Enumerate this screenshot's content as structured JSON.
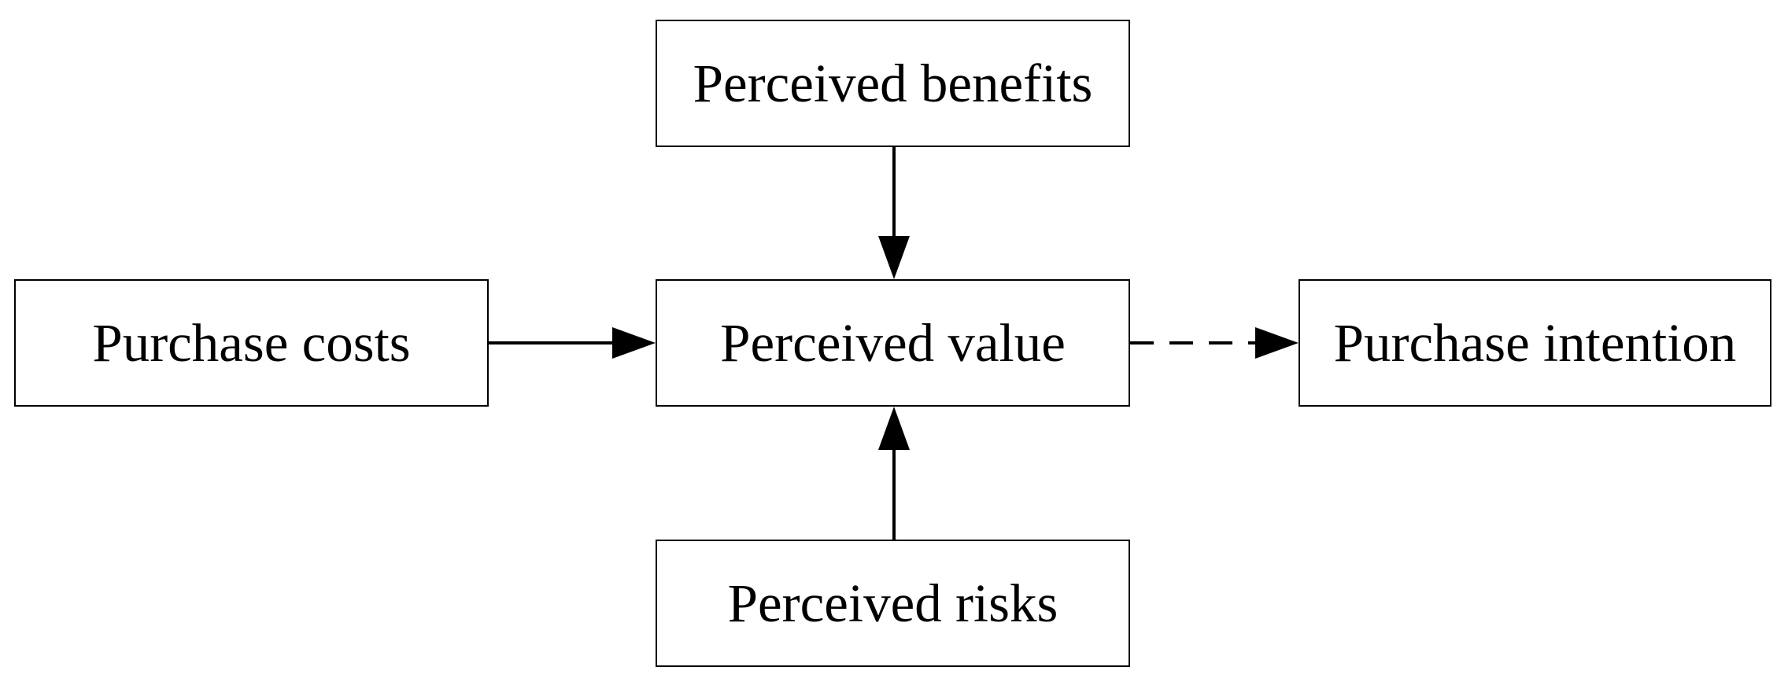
{
  "diagram": {
    "nodes": {
      "benefits": "Perceived benefits",
      "value": "Perceived value",
      "risks": "Perceived risks",
      "costs": "Purchase costs",
      "intention": "Purchase intention"
    },
    "edges": [
      {
        "from": "benefits",
        "to": "value",
        "style": "solid"
      },
      {
        "from": "costs",
        "to": "value",
        "style": "solid"
      },
      {
        "from": "risks",
        "to": "value",
        "style": "solid"
      },
      {
        "from": "value",
        "to": "intention",
        "style": "dashed"
      }
    ],
    "colors": {
      "stroke": "#000000",
      "background": "#ffffff"
    }
  }
}
